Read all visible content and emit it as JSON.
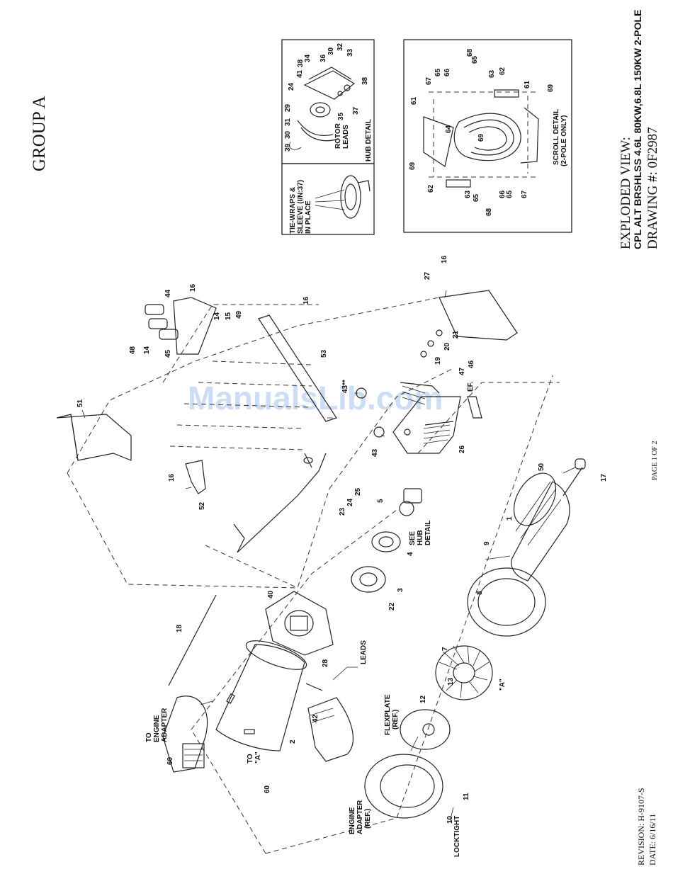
{
  "watermark": "ManualsLib.com",
  "header": {
    "group": "GROUP A",
    "page": "PAGE 1 OF 2"
  },
  "title_block": {
    "line1": "EXPLODED VIEW:",
    "line2": "CPL ALT BRSHLSS 4.6L 80KW,6.8L 150KW 2-POLE",
    "line3": "DRAWING #: 0F2987"
  },
  "revision": {
    "revision": "REVISION: H-9107-S",
    "date": "DATE: 6/16/11"
  },
  "insets": {
    "tiewraps": {
      "line1": "TIE-WRAPS &",
      "line2": "SLEEVE (I/N:37)",
      "line3": "IN PLACE"
    },
    "hub": {
      "rotor1": "ROTOR",
      "rotor2": "LEADS",
      "title": "HUB DETAIL",
      "callouts": [
        "39",
        "30",
        "31",
        "29",
        "24",
        "41",
        "38",
        "34",
        "36",
        "30",
        "32",
        "33",
        "38",
        "37",
        "35"
      ]
    },
    "scroll": {
      "title1": "SCROLL DETAIL",
      "title2": "(2-POLE ONLY)",
      "callouts": [
        "67",
        "65",
        "66",
        "68",
        "65",
        "63",
        "62",
        "61",
        "61",
        "69",
        "69",
        "64",
        "69",
        "62",
        "63",
        "65",
        "68",
        "66",
        "65",
        "67"
      ]
    }
  },
  "labels": {
    "to_engine_adapter": [
      "TO",
      "ENGINE",
      "ADAPTER"
    ],
    "to_a": [
      "TO",
      "\"A\""
    ],
    "leads": "LEADS",
    "flexplate": [
      "FLEXPLATE",
      "(REF.)"
    ],
    "engine_adapter": [
      "ENGINE",
      "ADAPTER",
      "(REF.)"
    ],
    "locktight": "LOCKTIGHT",
    "a_mark": "\"A\"",
    "see_hub": [
      "SEE",
      "HUB",
      "DETAIL"
    ],
    "ref": "EF."
  },
  "callouts": [
    "51",
    "16",
    "52",
    "48",
    "14",
    "45",
    "44",
    "16",
    "14",
    "15",
    "49",
    "16",
    "53",
    "43**",
    "43",
    "26",
    "27",
    "16",
    "21",
    "20",
    "19",
    "46",
    "47",
    "5",
    "25",
    "24",
    "23",
    "4",
    "3",
    "22",
    "40",
    "18",
    "28",
    "2",
    "60",
    "42",
    "60",
    "1",
    "50",
    "17",
    "9",
    "8",
    "7",
    "12",
    "13",
    "11",
    "10"
  ]
}
